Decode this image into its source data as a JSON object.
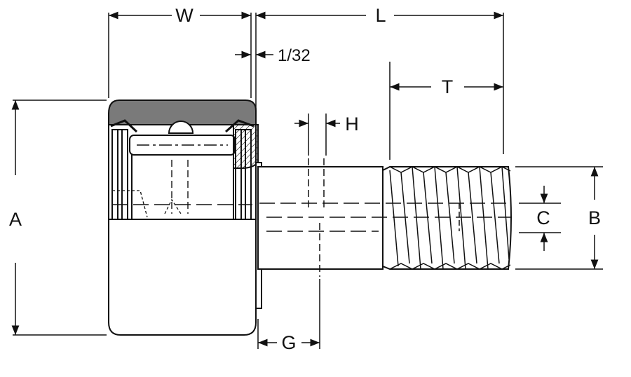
{
  "labels": {
    "width": "W",
    "clearance": "1/32",
    "length": "L",
    "thread_length": "T",
    "lube_hole": "H",
    "outer_diameter": "A",
    "stud_diameter": "B",
    "hex_socket": "C",
    "hole_location": "G"
  },
  "colors": {
    "line": "#111111",
    "seal": "#7a7a7a",
    "bearing_fill": "#ffffff"
  }
}
